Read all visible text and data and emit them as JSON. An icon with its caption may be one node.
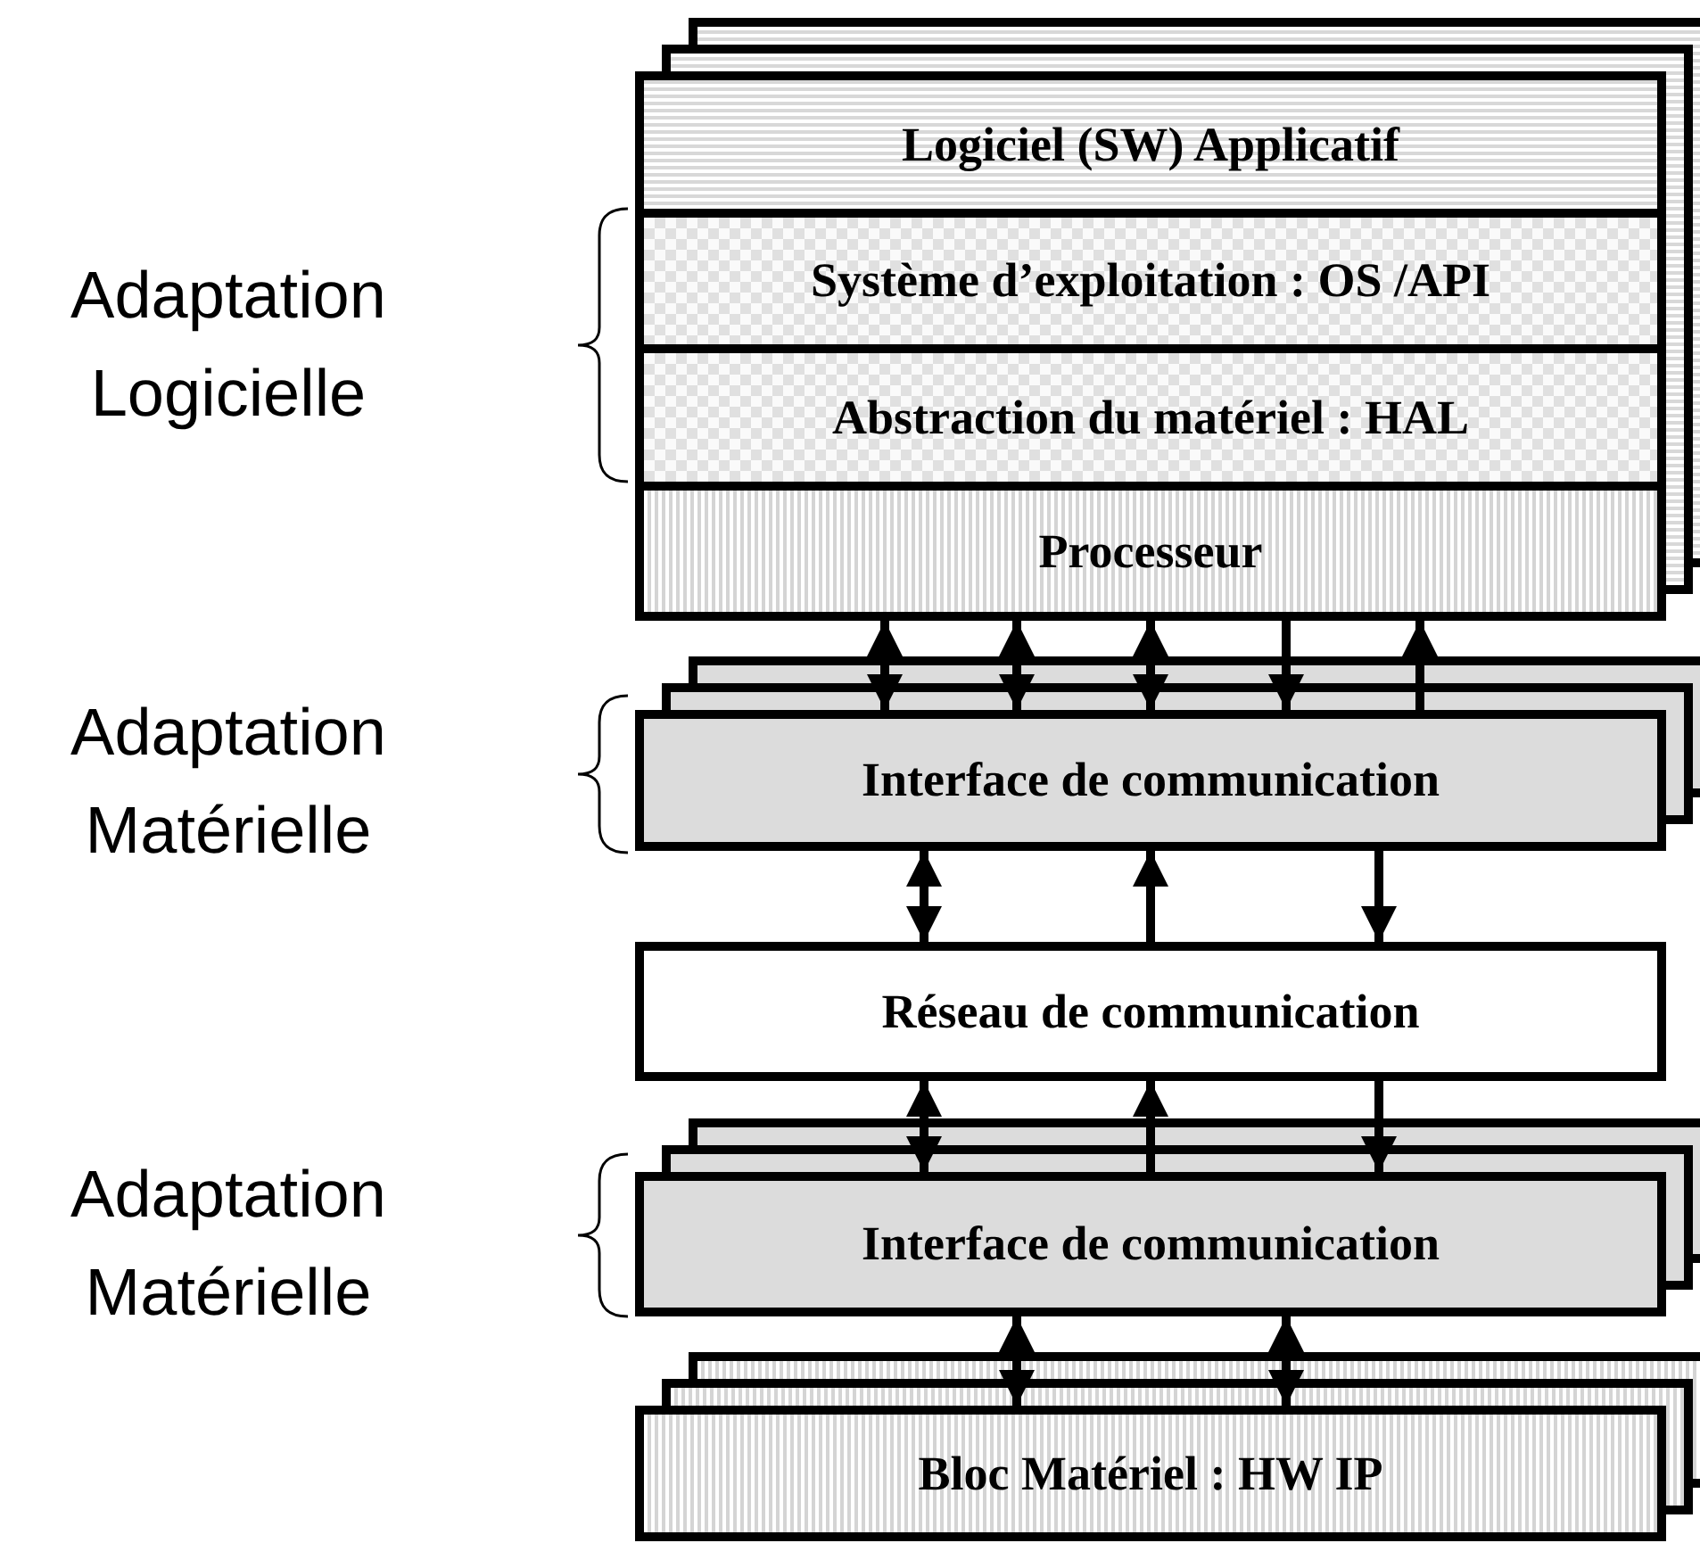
{
  "diagram": {
    "nodes": [
      {
        "text": [
          "Logiciel (SW) Applicatif"
        ]
      },
      {
        "text": [
          "Système d’exploitation : OS /API"
        ]
      },
      {
        "text": [
          "Abstraction du matériel : HAL"
        ]
      },
      {
        "text": [
          "Processeur"
        ]
      },
      {
        "text": [
          "Interface de communication"
        ]
      },
      {
        "text": [
          "Réseau de communication"
        ]
      },
      {
        "text": [
          "Interface de communication"
        ]
      },
      {
        "text": [
          "Bloc Matériel : HW IP"
        ]
      }
    ],
    "edges": [
      {
        "from": 3,
        "to": 4,
        "arrow": "both"
      },
      {
        "from": 3,
        "to": 4,
        "arrow": "both"
      },
      {
        "from": 3,
        "to": 4,
        "arrow": "both"
      },
      {
        "from": 3,
        "to": 4,
        "arrow": "to"
      },
      {
        "from": 4,
        "to": 3,
        "arrow": "to"
      },
      {
        "from": 4,
        "to": 5,
        "arrow": "both"
      },
      {
        "from": 5,
        "to": 4,
        "arrow": "to"
      },
      {
        "from": 4,
        "to": 5,
        "arrow": "to"
      },
      {
        "from": 5,
        "to": 6,
        "arrow": "both"
      },
      {
        "from": 6,
        "to": 5,
        "arrow": "to"
      },
      {
        "from": 5,
        "to": 6,
        "arrow": "to"
      },
      {
        "from": 6,
        "to": 7,
        "arrow": "both"
      },
      {
        "from": 6,
        "to": 7,
        "arrow": "both"
      }
    ],
    "labels": [
      "Adaptation Logicielle",
      "Adaptation Matérielle",
      "Adaptation Matérielle"
    ]
  }
}
